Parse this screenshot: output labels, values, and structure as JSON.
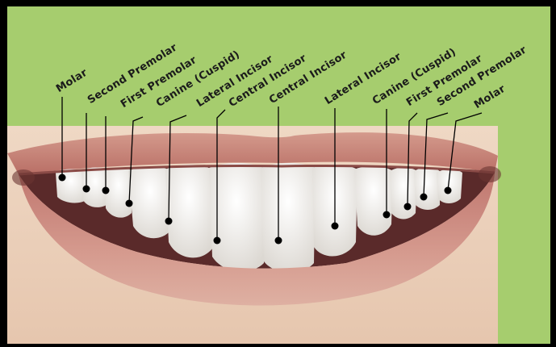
{
  "labels": [
    {
      "id": "molar-right",
      "text": "Molar"
    },
    {
      "id": "second-premolar-right",
      "text": "Second Premolar"
    },
    {
      "id": "first-premolar-right",
      "text": "First Premolar"
    },
    {
      "id": "canine-right",
      "text": "Canine (Cuspid)"
    },
    {
      "id": "lateral-incisor-right",
      "text": "Lateral Incisor"
    },
    {
      "id": "central-incisor-right",
      "text": "Central Incisor"
    },
    {
      "id": "central-incisor-left",
      "text": "Central Incisor"
    },
    {
      "id": "lateral-incisor-left",
      "text": "Lateral Incisor"
    },
    {
      "id": "canine-left",
      "text": "Canine (Cuspid)"
    },
    {
      "id": "first-premolar-left",
      "text": "First Premolar"
    },
    {
      "id": "second-premolar-left",
      "text": "Second Premolar"
    },
    {
      "id": "molar-left",
      "text": "Molar"
    }
  ],
  "colors": {
    "background": "#a6cd6e",
    "frame": "#000000",
    "skin": "#e8cdb6",
    "lip": "#c98078",
    "teeth": "#f6f4f0",
    "pointer": "#000000"
  }
}
